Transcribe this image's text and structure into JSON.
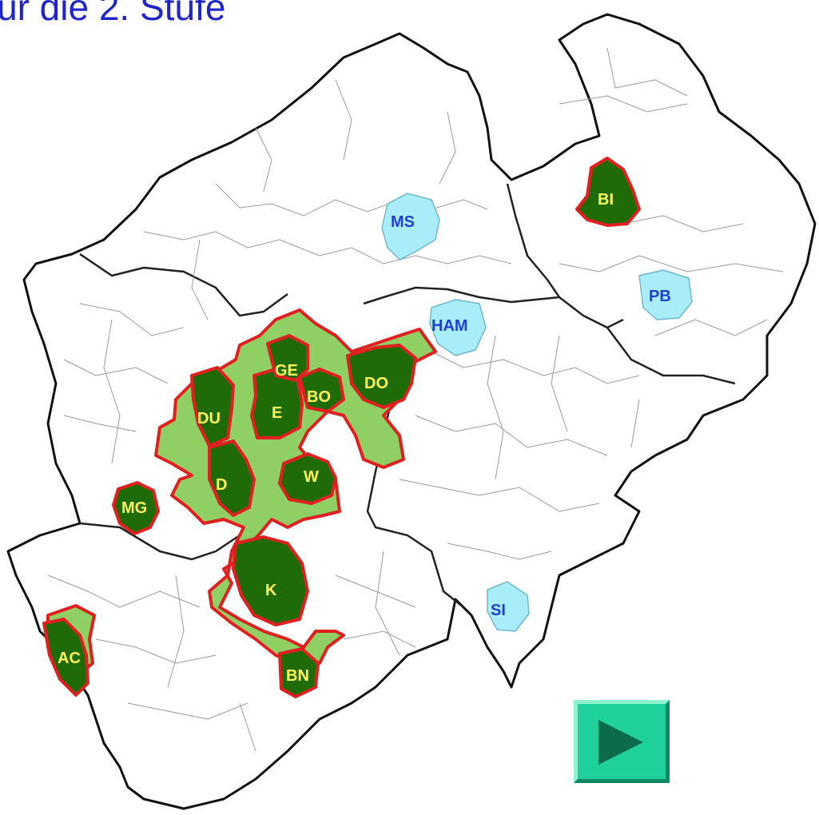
{
  "heading": "ür die 2. Stufe",
  "colors": {
    "heading": "#1f25c8",
    "border_outer": "#111111",
    "district_line": "#9a9a9a",
    "cluster_light": "#8fcf64",
    "cluster_dark": "#1e6b08",
    "cluster_outline": "#e02020",
    "highlight_blue": "#a9edfb",
    "label_yellow": "#fff45a",
    "label_blue": "#1f3fd0",
    "button_face": "#1fd09a",
    "button_arrow": "#0b6b4a"
  },
  "map": {
    "labels_yellow": [
      "BI",
      "GE",
      "DO",
      "BO",
      "E",
      "DU",
      "W",
      "D",
      "MG",
      "K",
      "AC",
      "BN"
    ],
    "labels_blue": [
      "MS",
      "HAM",
      "PB",
      "SI"
    ]
  },
  "button": {
    "icon": "play-arrow-icon"
  }
}
